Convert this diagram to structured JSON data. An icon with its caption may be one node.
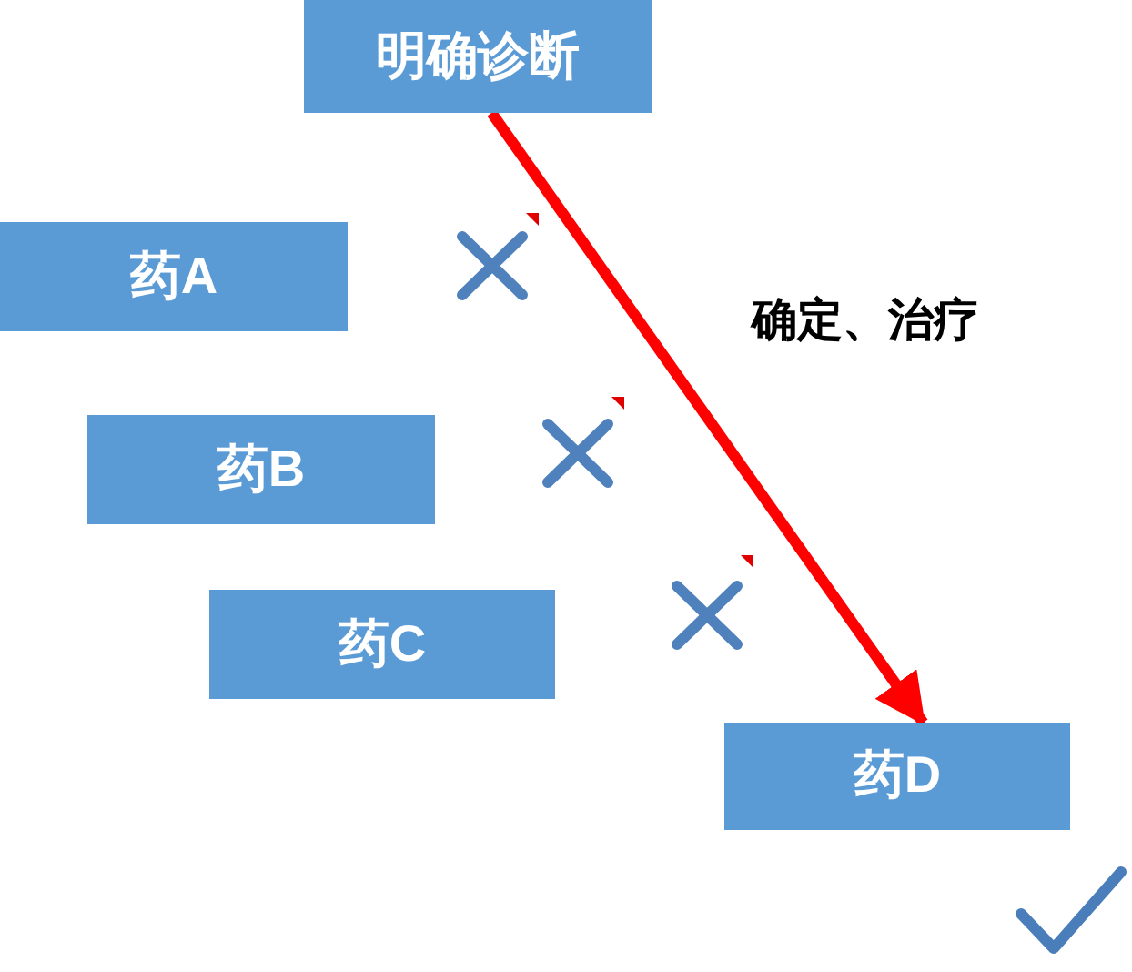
{
  "diagram": {
    "nodes": [
      {
        "text": [
          "明确诊断"
        ]
      },
      {
        "text": [
          "药A"
        ]
      },
      {
        "text": [
          "药B"
        ]
      },
      {
        "text": [
          "药C"
        ]
      },
      {
        "text": [
          "药D"
        ]
      }
    ],
    "edges": [
      {
        "from": 0,
        "to": 4,
        "arrow": "to",
        "label": "确定、治疗",
        "color": "#ff0000"
      }
    ]
  }
}
